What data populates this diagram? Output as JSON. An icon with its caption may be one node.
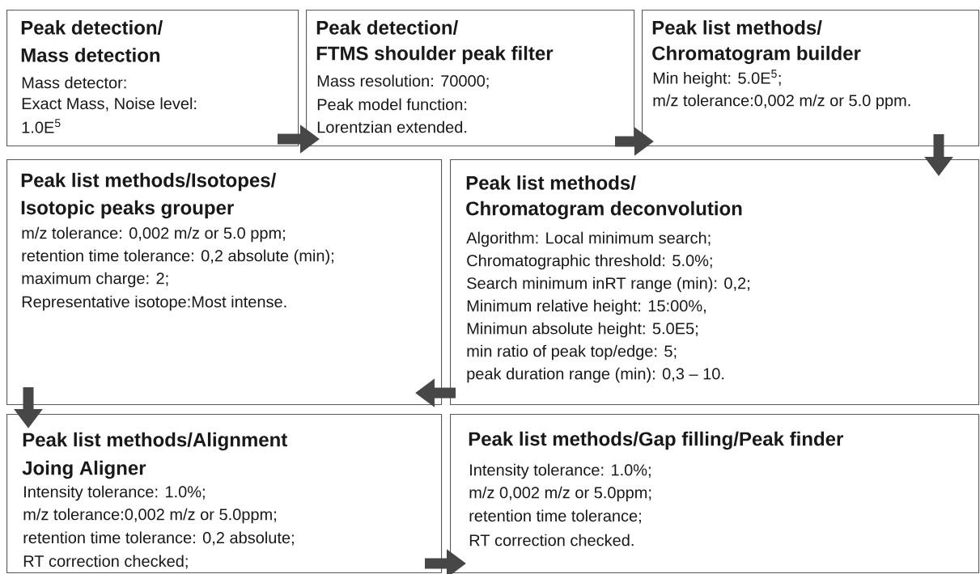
{
  "diagram": {
    "nodes": [
      {
        "text": [
          "Peak detection/",
          "Mass detection",
          "Mass detector:",
          "Exact Mass, Noise level:",
          "1.0E$^{5}$"
        ]
      },
      {
        "text": [
          "Peak detection/",
          "FTMS shoulder peak filter",
          "Mass resolution: 70000;",
          "Peak model function:",
          "Lorentzian extended."
        ]
      },
      {
        "text": [
          "Peak list methods/",
          "Chromatogram builder",
          "Min height: 5.0E$^{5}$;",
          "m/z tolerance:0,002 m/z or 5.0 ppm."
        ]
      },
      {
        "text": [
          "Peak list methods/Isotopes/",
          "Isotopic peaks grouper",
          "m/z tolerance: 0,002 m/z or 5.0 ppm;",
          "retention time tolerance: 0,2 absolute (min);",
          "maximum charge: 2;",
          "Representative isotope:Most intense."
        ]
      },
      {
        "text": [
          "Peak list methods/",
          "Chromatogram deconvolution",
          "Algorithm: Local minimum search;",
          "Chromatographic threshold: 5.0%;",
          "Search minimum inRT range (min): 0,2;",
          "Minimum relative height: 15:00%,",
          "Minimun absolute height: 5.0E5;",
          "min ratio of peak top/edge: 5;",
          "peak duration range (min): 0,3 – 10."
        ]
      },
      {
        "text": [
          "Peak list methods/Alignment",
          "Joing Aligner",
          "Intensity tolerance: 1.0%;",
          "m/z tolerance:0,002 m/z or 5.0ppm;",
          "retention time tolerance: 0,2 absolute;",
          "RT correction checked;"
        ]
      },
      {
        "text": [
          "Peak list methods/Gap filling/Peak finder",
          "Intensity tolerance: 1.0%;",
          "m/z 0,002 m/z or 5.0ppm;",
          "retention time tolerance;",
          "RT correction checked."
        ]
      }
    ],
    "edges": [
      {
        "from": 0,
        "to": 1,
        "arrow": "to"
      },
      {
        "from": 1,
        "to": 2,
        "arrow": "to"
      },
      {
        "from": 2,
        "to": 4,
        "arrow": "to"
      },
      {
        "from": 4,
        "to": 3,
        "arrow": "to"
      },
      {
        "from": 3,
        "to": 5,
        "arrow": "to"
      },
      {
        "from": 5,
        "to": 6,
        "arrow": "to"
      }
    ]
  }
}
